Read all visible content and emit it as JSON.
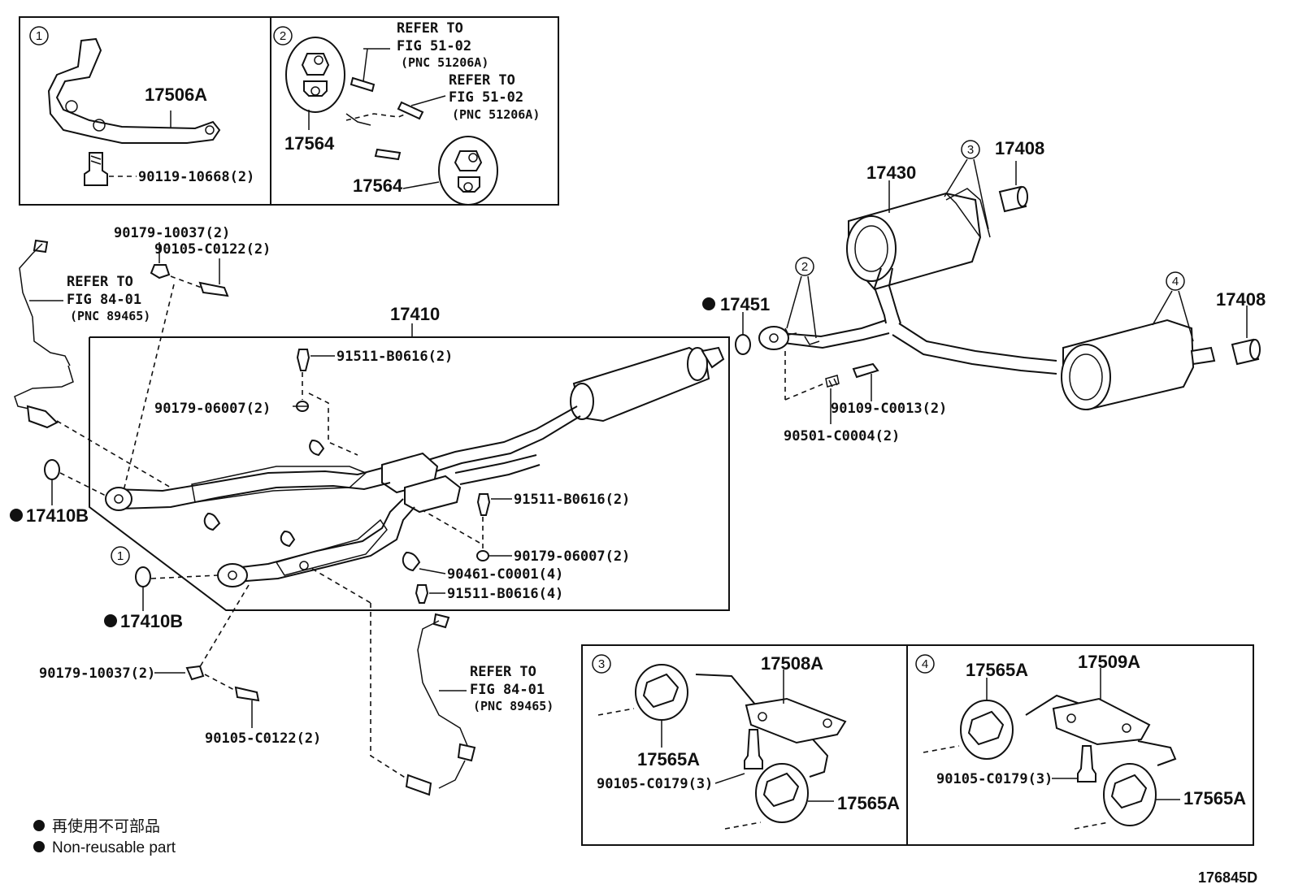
{
  "insets": {
    "inset1": {
      "marker": "1",
      "bracket": "17506A",
      "bolt": "90119-10668(2)"
    },
    "inset2": {
      "marker": "2",
      "hanger_a": "17564",
      "hanger_b": "17564",
      "ref_a": [
        "REFER TO",
        "FIG 51-02",
        "(PNC 51206A)"
      ],
      "ref_b": [
        "REFER TO",
        "FIG 51-02",
        "(PNC 51206A)"
      ]
    },
    "inset3": {
      "marker": "3",
      "bracket": "17508A",
      "hanger_a": "17565A",
      "hanger_b": "17565A",
      "bolt": "90105-C0179(3)"
    },
    "inset4": {
      "marker": "4",
      "bracket": "17509A",
      "hanger_a": "17565A",
      "hanger_b": "17565A",
      "bolt": "90105-C0179(3)"
    }
  },
  "callouts": {
    "front_pipe": "17410",
    "muffler": "17430",
    "tail_a": "17408",
    "tail_b": "17408",
    "gasket_center": "17451",
    "gasket_left_a": "17410B",
    "gasket_left_b": "17410B",
    "nut_top": "90179-10037(2)",
    "bolt_top": "90105-C0122(2)",
    "nut_bottom": "90179-10037(2)",
    "bolt_bottom": "90105-C0122(2)",
    "bolt_91511_a": "91511-B0616(2)",
    "nut_90179_a": "90179-06007(2)",
    "bolt_91511_b": "91511-B0616(2)",
    "nut_90179_b": "90179-06007(2)",
    "clamp_90461": "90461-C0001(4)",
    "bolt_91511_c": "91511-B0616(4)",
    "bolt_90109": "90109-C0013(2)",
    "spring_90501": "90501-C0004(2)",
    "circ2": "2",
    "circ3": "3",
    "circ4": "4",
    "circ1": "1"
  },
  "refs": {
    "sensor_upper": [
      "REFER TO",
      "FIG 84-01",
      "(PNC 89465)"
    ],
    "sensor_lower": [
      "REFER TO",
      "FIG 84-01",
      "(PNC 89465)"
    ]
  },
  "legend": {
    "jp": "再使用不可部品",
    "en": "Non-reusable part"
  },
  "figure_id": "176845D"
}
